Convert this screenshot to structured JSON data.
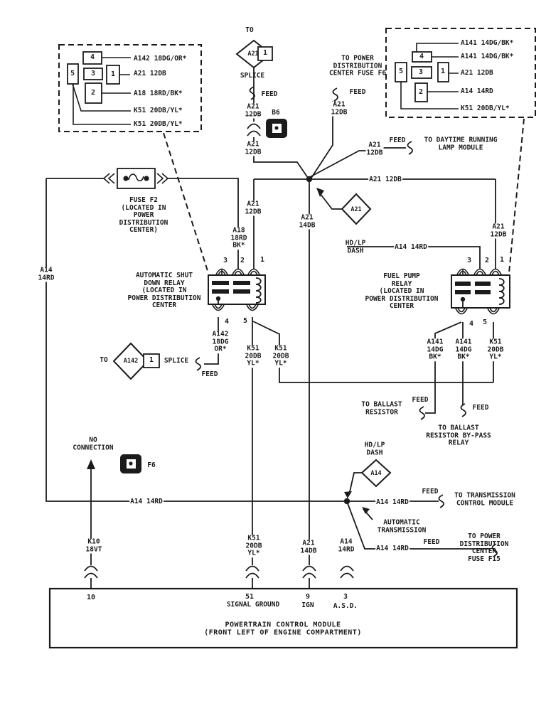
{
  "colors": {
    "ink": "#1b1b1b",
    "paper": "#ffffff"
  },
  "left_callout": {
    "pins": {
      "p4": "4",
      "p3": "3",
      "p1": "1",
      "p2": "2",
      "p5": "5"
    },
    "w1": "A142 18DG/OR*",
    "w2": "A21 12DB",
    "w3": "A18 18RD/BK*",
    "w4": "K51 20DB/YL*",
    "w5": "K51 20DB/YL*"
  },
  "right_callout": {
    "pins": {
      "p4": "4",
      "p3": "3",
      "p1": "1",
      "p2": "2",
      "p5": "5"
    },
    "w1": "A141 14DG/BK*",
    "w2": "A141 14DG/BK*",
    "w3": "A21 12DB",
    "w4": "A14 14RD",
    "w5": "K51 20DB/YL*"
  },
  "splice_top": {
    "to": "TO",
    "symbol": "A21",
    "pin": "1",
    "label": "SPLICE",
    "feed": "FEED",
    "wire1": "A21\n12DB",
    "grommet": "B6",
    "wire2": "A21\n12DB"
  },
  "pdc_f6": {
    "dest": "TO POWER\nDISTRIBUTION\nCENTER FUSE F6",
    "feed": "FEED",
    "wire": "A21\n12DB"
  },
  "drl": {
    "wire": "A21\n12DB",
    "feed": "FEED",
    "dest": "TO DAYTIME RUNNING\nLAMP MODULE"
  },
  "a21_bus_label": "A21 12DB",
  "hdlp_a21": {
    "symbol": "A21",
    "label": "HD/LP\nDASH"
  },
  "a21_branch_label": "A21\n12DB",
  "a21_mid_label": "A21\n14DB",
  "fuse_f2": "FUSE F2\n(LOCATED IN\nPOWER\nDISTRIBUTION\nCENTER)",
  "a14_left_label": "A14\n14RD",
  "a18_label": "A18\n18RD\nBK*",
  "asd_relay": {
    "name": "AUTOMATIC SHUT\nDOWN RELAY\n(LOCATED IN\nPOWER DISTRIBUTION\nCENTER",
    "p3": "3",
    "p2": "2",
    "p1": "1",
    "p4": "4",
    "p5": "5"
  },
  "a142_out": "A142\n18DG\nOR*",
  "splice_a142": {
    "to": "TO",
    "symbol": "A142",
    "pin": "1",
    "label": "SPLICE",
    "feed": "FEED"
  },
  "k51_asd_left": "K51\n20DB\nYL*",
  "k51_asd_right": "K51\n20DB\nYL*",
  "a14_relay_label": "A14 14RD",
  "a21_fp_label": "A21\n12DB",
  "fp_relay": {
    "name": "FUEL PUMP\nRELAY\n(LOCATED IN\nPOWER DISTRIBUTION\nCENTER",
    "p3": "3",
    "p2": "2",
    "p1": "1",
    "p4": "4",
    "p5": "5"
  },
  "a141_left": "A141\n14DG\nBK*",
  "a141_right": "A141\n14DG\nBK*",
  "k51_fp": "K51\n20DB\nYL*",
  "ballast": {
    "dest": "TO BALLAST\nRESISTOR",
    "feed": "FEED"
  },
  "bypass": {
    "feed": "FEED",
    "dest": "TO BALLAST\nRESISTOR BY-PASS\nRELAY"
  },
  "no_connection": "NO\nCONNECTION",
  "grommet_f6": "F6",
  "a14_bus_label": "A14 14RD",
  "hdlp_a14": {
    "label": "HD/LP\nDASH",
    "symbol": "A14"
  },
  "tcm": {
    "wire": "A14 14RD",
    "feed": "FEED",
    "dest": "TO TRANSMISSION\nCONTROL MODULE"
  },
  "auto_trans": "AUTOMATIC\nTRANSMISSION",
  "f15": {
    "wire": "A14 14RD",
    "feed": "FEED",
    "dest": "TO POWER\nDISTRIBUTION\nCENTER\nFUSE F15"
  },
  "k10_label": "K10\n18VT",
  "k51_bottom_label": "K51\n20DB\nYL*",
  "a21_bottom_label": "A21\n14DB",
  "a14_bottom_label": "A14\n14RD",
  "pcm": {
    "p10": "10",
    "p51": "51",
    "p9": "9",
    "p3": "3",
    "sig": "SIGNAL GROUND",
    "ign": "IGN",
    "asd": "A.S.D.",
    "name": "POWERTRAIN CONTROL MODULE\n(FRONT LEFT OF ENGINE COMPARTMENT)"
  }
}
